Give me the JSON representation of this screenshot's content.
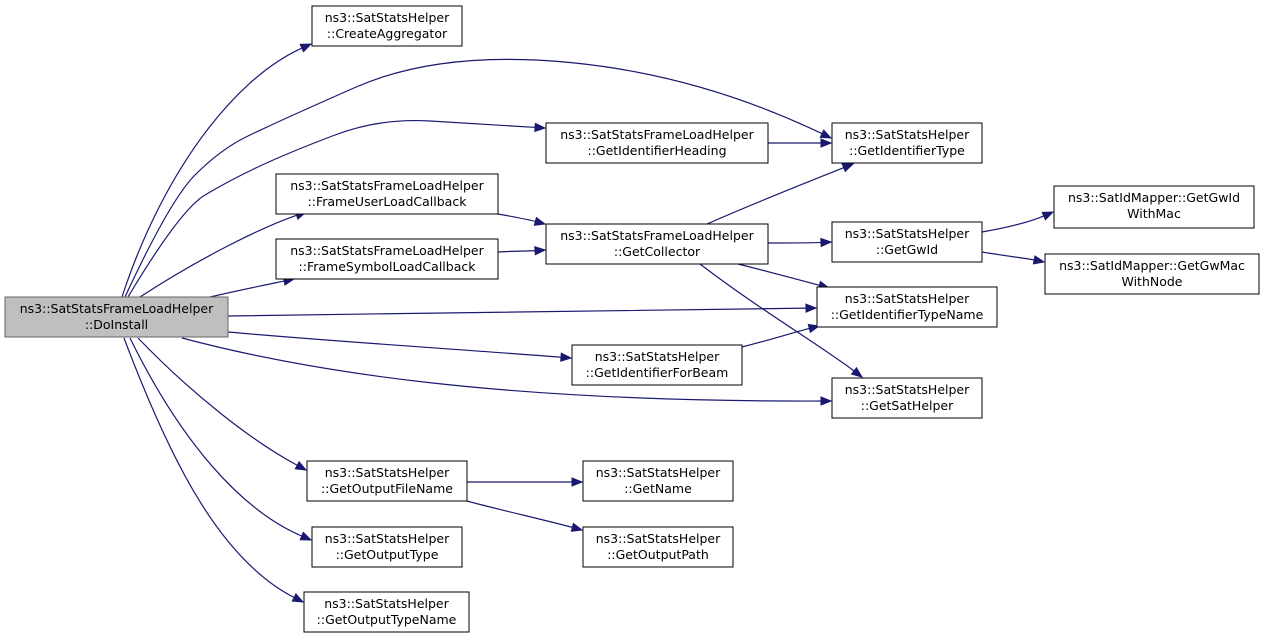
{
  "graph": {
    "nodes": [
      {
        "id": "doinstall",
        "line1": "ns3::SatStatsFrameLoadHelper",
        "line2": "::DoInstall",
        "root": true
      },
      {
        "id": "createaggregator",
        "line1": "ns3::SatStatsHelper",
        "line2": "::CreateAggregator"
      },
      {
        "id": "getidentifiertype",
        "line1": "ns3::SatStatsHelper",
        "line2": "::GetIdentifierType"
      },
      {
        "id": "getidentifierheading",
        "line1": "ns3::SatStatsFrameLoadHelper",
        "line2": "::GetIdentifierHeading"
      },
      {
        "id": "frameuserloadcallback",
        "line1": "ns3::SatStatsFrameLoadHelper",
        "line2": "::FrameUserLoadCallback"
      },
      {
        "id": "framesymbolloadcallback",
        "line1": "ns3::SatStatsFrameLoadHelper",
        "line2": "::FrameSymbolLoadCallback"
      },
      {
        "id": "getcollector",
        "line1": "ns3::SatStatsFrameLoadHelper",
        "line2": "::GetCollector"
      },
      {
        "id": "getgwid",
        "line1": "ns3::SatStatsHelper",
        "line2": "::GetGwId"
      },
      {
        "id": "getgwidwithmac",
        "line1": "ns3::SatIdMapper::GetGwId",
        "line2": "WithMac"
      },
      {
        "id": "getgwmacwithnode",
        "line1": "ns3::SatIdMapper::GetGwMac",
        "line2": "WithNode"
      },
      {
        "id": "getidentifiertypename",
        "line1": "ns3::SatStatsHelper",
        "line2": "::GetIdentifierTypeName"
      },
      {
        "id": "getidentifierforbeam",
        "line1": "ns3::SatStatsHelper",
        "line2": "::GetIdentifierForBeam"
      },
      {
        "id": "getsathelper",
        "line1": "ns3::SatStatsHelper",
        "line2": "::GetSatHelper"
      },
      {
        "id": "getoutputfilename",
        "line1": "ns3::SatStatsHelper",
        "line2": "::GetOutputFileName"
      },
      {
        "id": "getname",
        "line1": "ns3::SatStatsHelper",
        "line2": "::GetName"
      },
      {
        "id": "getoutputpath",
        "line1": "ns3::SatStatsHelper",
        "line2": "::GetOutputPath"
      },
      {
        "id": "getoutputtype",
        "line1": "ns3::SatStatsHelper",
        "line2": "::GetOutputType"
      },
      {
        "id": "getoutputtypename",
        "line1": "ns3::SatStatsHelper",
        "line2": "::GetOutputTypeName"
      }
    ],
    "edges": [
      {
        "from": "doinstall",
        "to": "createaggregator"
      },
      {
        "from": "doinstall",
        "to": "getidentifiertype"
      },
      {
        "from": "doinstall",
        "to": "getidentifierheading"
      },
      {
        "from": "doinstall",
        "to": "frameuserloadcallback"
      },
      {
        "from": "doinstall",
        "to": "framesymbolloadcallback"
      },
      {
        "from": "doinstall",
        "to": "getidentifiertypename"
      },
      {
        "from": "doinstall",
        "to": "getidentifierforbeam"
      },
      {
        "from": "doinstall",
        "to": "getsathelper"
      },
      {
        "from": "doinstall",
        "to": "getoutputfilename"
      },
      {
        "from": "doinstall",
        "to": "getoutputtype"
      },
      {
        "from": "doinstall",
        "to": "getoutputtypename"
      },
      {
        "from": "getidentifierheading",
        "to": "getidentifiertype"
      },
      {
        "from": "frameuserloadcallback",
        "to": "getcollector"
      },
      {
        "from": "framesymbolloadcallback",
        "to": "getcollector"
      },
      {
        "from": "getcollector",
        "to": "getidentifiertype"
      },
      {
        "from": "getcollector",
        "to": "getgwid"
      },
      {
        "from": "getcollector",
        "to": "getidentifiertypename"
      },
      {
        "from": "getcollector",
        "to": "getsathelper"
      },
      {
        "from": "getgwid",
        "to": "getgwidwithmac"
      },
      {
        "from": "getgwid",
        "to": "getgwmacwithnode"
      },
      {
        "from": "getidentifierforbeam",
        "to": "getidentifiertypename"
      },
      {
        "from": "getoutputfilename",
        "to": "getname"
      },
      {
        "from": "getoutputfilename",
        "to": "getoutputpath"
      }
    ]
  }
}
